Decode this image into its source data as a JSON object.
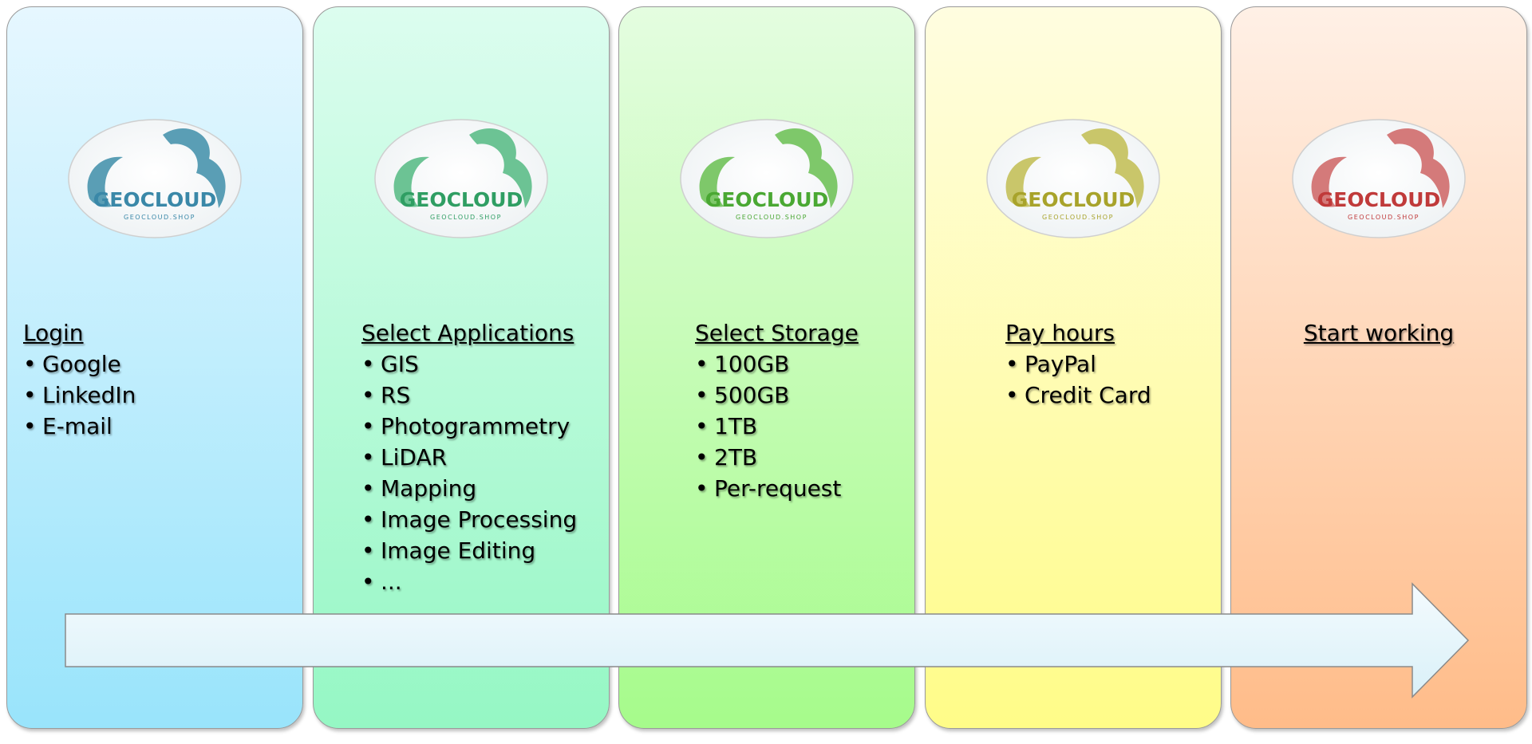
{
  "logo": {
    "name": "GEOCLOUD",
    "domain": "GEOCLOUD.SHOP"
  },
  "steps": [
    {
      "title": "Login",
      "items": [
        "Google",
        "LinkedIn",
        "E-mail"
      ],
      "colors": {
        "top": "#e6f7ff",
        "bottom": "#99e4fb",
        "logo": "#5a9eb5",
        "logo_text": "#3a88a8"
      }
    },
    {
      "title": "Select Applications",
      "items": [
        "GIS",
        "RS",
        "Photogrammetry",
        "LiDAR",
        "Mapping",
        "Image Processing",
        "Image Editing",
        "..."
      ],
      "colors": {
        "top": "#dcfdef",
        "bottom": "#95f7c4",
        "logo": "#6cc394",
        "logo_text": "#2f9e63"
      }
    },
    {
      "title": "Select Storage",
      "items": [
        "100GB",
        "500GB",
        "1TB",
        "2TB",
        "Per-request"
      ],
      "colors": {
        "top": "#e4fde0",
        "bottom": "#a6fb8b",
        "logo": "#7ec86a",
        "logo_text": "#4aa833"
      }
    },
    {
      "title": "Pay hours",
      "items": [
        "PayPal",
        "Credit Card"
      ],
      "colors": {
        "top": "#fffde0",
        "bottom": "#fffc88",
        "logo": "#c9c66a",
        "logo_text": "#a8a32b"
      }
    },
    {
      "title": "Start working",
      "items": [],
      "colors": {
        "top": "#fff0e6",
        "bottom": "#ffbc89",
        "logo": "#d47a7a",
        "logo_text": "#c03a3a"
      }
    }
  ],
  "arrow": {
    "fill_top": "#f4fbfe",
    "fill_bottom": "#d9f0f8",
    "stroke": "#8a8a8a"
  }
}
